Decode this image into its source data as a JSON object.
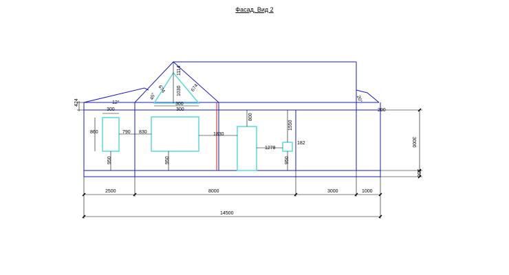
{
  "drawing": {
    "title": "Фасад. Вид 2",
    "colors": {
      "outline": "#1a1ab8",
      "window": "#5ad8d8",
      "dimension": "#000000",
      "accent": "#cc2222"
    },
    "labels": {
      "d_424": "424",
      "d_12": "12°",
      "d_45": "45°",
      "d_674a": "674",
      "d_1114": "1114",
      "d_1030": "1030",
      "d_674b": "674",
      "d_300a": "300",
      "d_300b": "300",
      "d_300c": "300",
      "d_860": "860",
      "d_790": "790",
      "d_830": "830",
      "d_1830": "1830",
      "d_800": "800",
      "d_1550": "1550",
      "d_182": "182",
      "d_1278": "1278",
      "d_950a": "950",
      "d_950b": "950",
      "d_950c": "950",
      "d_20": "20°",
      "d_200": "200",
      "d_3000v": "3000",
      "d_250": "250",
      "d_2500": "2500",
      "d_8000": "8000",
      "d_3000h": "3000",
      "d_1000": "1000",
      "d_14500": "14500"
    }
  }
}
